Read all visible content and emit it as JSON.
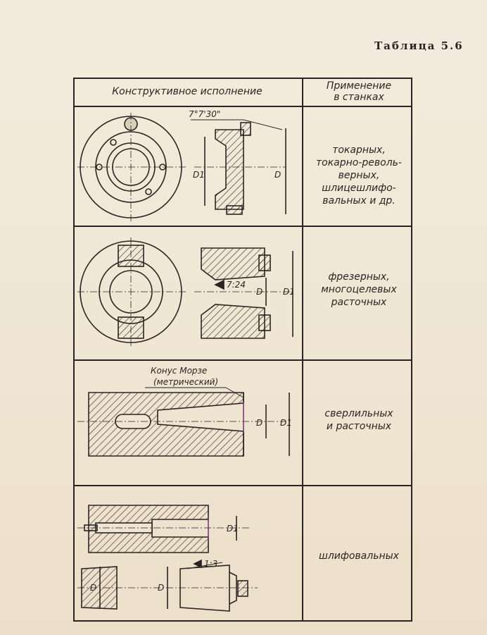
{
  "caption": "Таблица 5.6",
  "headers": {
    "design": "Конструктивное исполнение",
    "application_line1": "Применение",
    "application_line2": "в станках"
  },
  "rows": [
    {
      "applications": [
        "токарных,",
        "токарно-револь-",
        "верных,",
        "шлицешлифо-",
        "вальных и др."
      ],
      "labels": {
        "angle": "7°7'30\"",
        "d1": "D1",
        "d": "D"
      }
    },
    {
      "applications": [
        "фрезерных,",
        "многоцелевых",
        "расточных"
      ],
      "labels": {
        "taper": "7:24",
        "d": "D",
        "d1": "D1"
      }
    },
    {
      "applications": [
        "сверлильных",
        "и расточных"
      ],
      "labels": {
        "morse1": "Конус Морзе",
        "morse2": "(метрический)",
        "d": "D",
        "d1": "D1"
      }
    },
    {
      "applications": [
        "шлифовальных"
      ],
      "labels": {
        "taper": "1:3",
        "d1": "D1",
        "d_left": "D",
        "d_mid": "D"
      }
    }
  ]
}
